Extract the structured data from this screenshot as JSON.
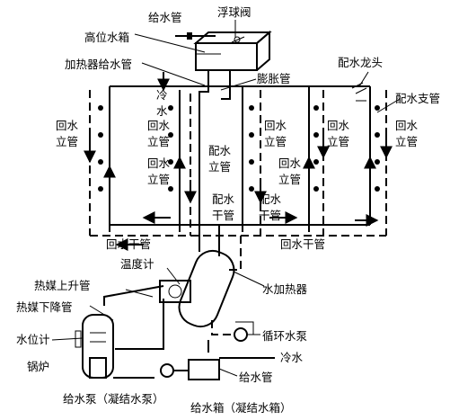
{
  "labels": {
    "feed_pipe_top": "给水管",
    "float_valve": "浮球阀",
    "high_tank": "高位水箱",
    "heater_feed_pipe": "加热器给水管",
    "faucet": "配水龙头",
    "expansion_pipe": "膨胀管",
    "cold_water_left": "冷",
    "cold_water_left2": "水",
    "branch_pipe": "配水支管",
    "return_riser_1a": "回水",
    "return_riser_1b": "立管",
    "return_riser_2a": "回水",
    "return_riser_2b": "立管",
    "return_riser_3a": "回水",
    "return_riser_3b": "立管",
    "return_riser_4a": "回水",
    "return_riser_4b": "立管",
    "supply_riser_1a": "回水",
    "supply_riser_1b": "立管",
    "supply_riser_2a": "配水",
    "supply_riser_2b": "立管",
    "supply_main_1a": "配水",
    "supply_main_1b": "干管",
    "supply_main_2a": "配水",
    "supply_main_2b": "干管",
    "return_main_left": "回水干管",
    "return_main_right": "回水干管",
    "thermometer": "温度计",
    "heat_rise_pipe": "热媒上升管",
    "heat_fall_pipe": "热媒下降管",
    "water_heater": "水加热器",
    "level_gauge": "水位计",
    "circulation_pump": "循环水泵",
    "boiler": "锅炉",
    "cold_water_bottom": "冷水",
    "feed_pipe_bottom": "给水管",
    "feed_pump": "给水泵（凝结水泵）",
    "feed_tank": "给水箱（凝结水箱）"
  }
}
